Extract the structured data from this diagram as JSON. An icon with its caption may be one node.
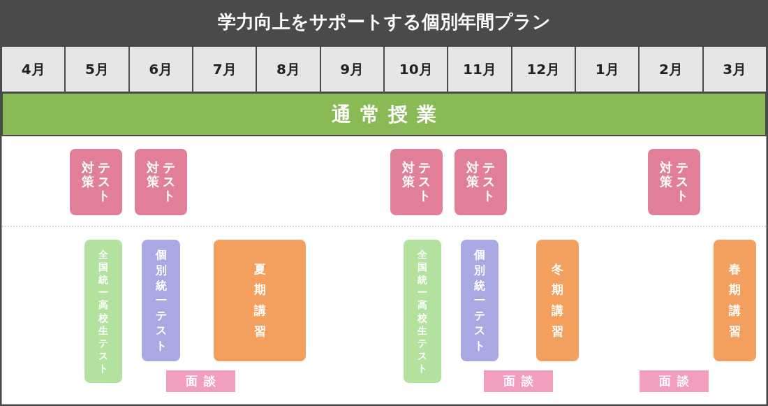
{
  "diagram": {
    "title": "学力向上をサポートする個別年間プラン",
    "nodes": [
      {
        "text": [
          "4月"
        ]
      },
      {
        "text": [
          "5月"
        ]
      },
      {
        "text": [
          "6月"
        ]
      },
      {
        "text": [
          "7月"
        ]
      },
      {
        "text": [
          "8月"
        ]
      },
      {
        "text": [
          "9月"
        ]
      },
      {
        "text": [
          "10月"
        ]
      },
      {
        "text": [
          "11月"
        ]
      },
      {
        "text": [
          "12月"
        ]
      },
      {
        "text": [
          "1月"
        ]
      },
      {
        "text": [
          "2月"
        ]
      },
      {
        "text": [
          "3月"
        ]
      },
      {
        "text": [
          "通常授業"
        ]
      },
      {
        "text": [
          "テスト対策"
        ]
      },
      {
        "text": [
          "テスト対策"
        ]
      },
      {
        "text": [
          "テスト対策"
        ]
      },
      {
        "text": [
          "テスト対策"
        ]
      },
      {
        "text": [
          "テスト対策"
        ]
      },
      {
        "text": [
          "全国統一高校生テスト"
        ]
      },
      {
        "text": [
          "個別統一テスト"
        ]
      },
      {
        "text": [
          "夏期講習"
        ]
      },
      {
        "text": [
          "全国統一高校生テスト"
        ]
      },
      {
        "text": [
          "個別統一テスト"
        ]
      },
      {
        "text": [
          "冬期講習"
        ]
      },
      {
        "text": [
          "春期講習"
        ]
      },
      {
        "text": [
          "面談"
        ]
      },
      {
        "text": [
          "面談"
        ]
      },
      {
        "text": [
          "面談"
        ]
      }
    ]
  }
}
